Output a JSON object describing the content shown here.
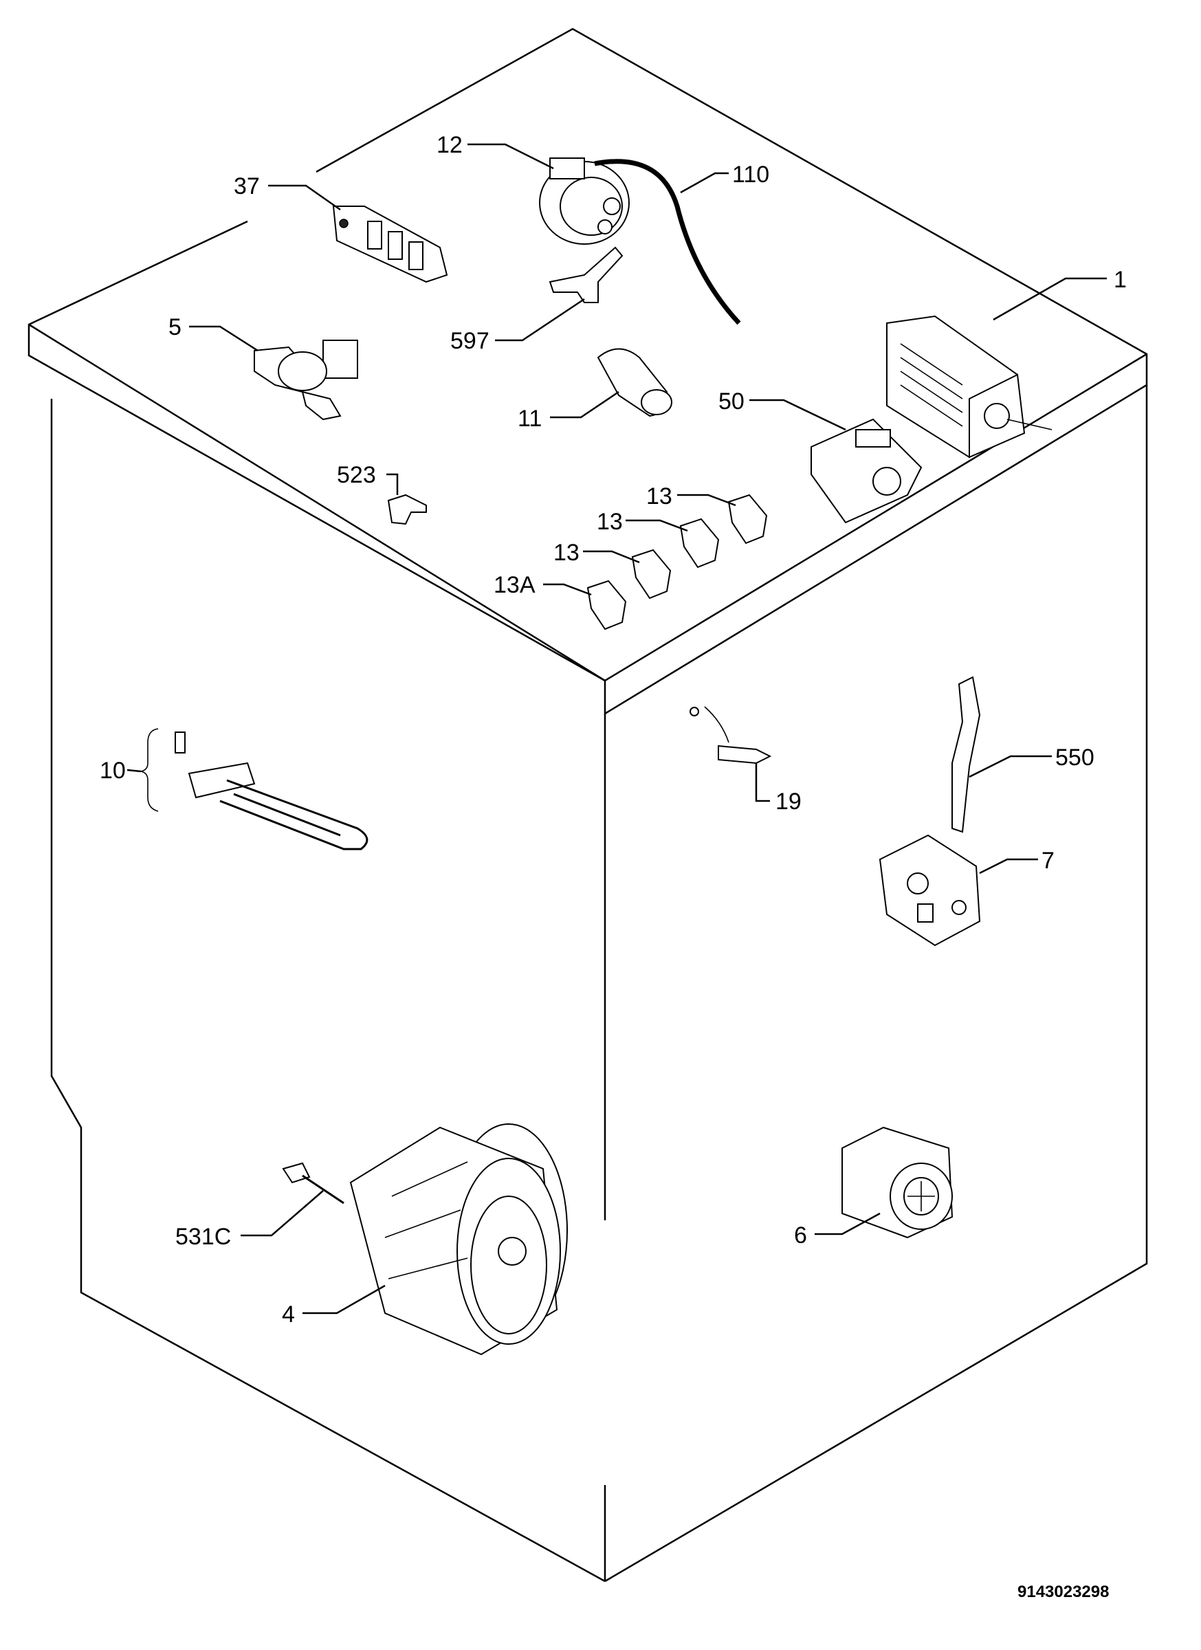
{
  "diagram": {
    "drawing_code": "9143023298",
    "labels": [
      {
        "id": "37",
        "text": "37"
      },
      {
        "id": "12",
        "text": "12"
      },
      {
        "id": "110",
        "text": "110"
      },
      {
        "id": "1",
        "text": "1"
      },
      {
        "id": "5",
        "text": "5"
      },
      {
        "id": "597",
        "text": "597"
      },
      {
        "id": "11",
        "text": "11"
      },
      {
        "id": "50",
        "text": "50"
      },
      {
        "id": "523",
        "text": "523"
      },
      {
        "id": "13a",
        "text": "13"
      },
      {
        "id": "13b",
        "text": "13"
      },
      {
        "id": "13c",
        "text": "13"
      },
      {
        "id": "13A",
        "text": "13A"
      },
      {
        "id": "10",
        "text": "10"
      },
      {
        "id": "19",
        "text": "19"
      },
      {
        "id": "550",
        "text": "550"
      },
      {
        "id": "7",
        "text": "7"
      },
      {
        "id": "531C",
        "text": "531C"
      },
      {
        "id": "6",
        "text": "6"
      },
      {
        "id": "4",
        "text": "4"
      }
    ]
  }
}
